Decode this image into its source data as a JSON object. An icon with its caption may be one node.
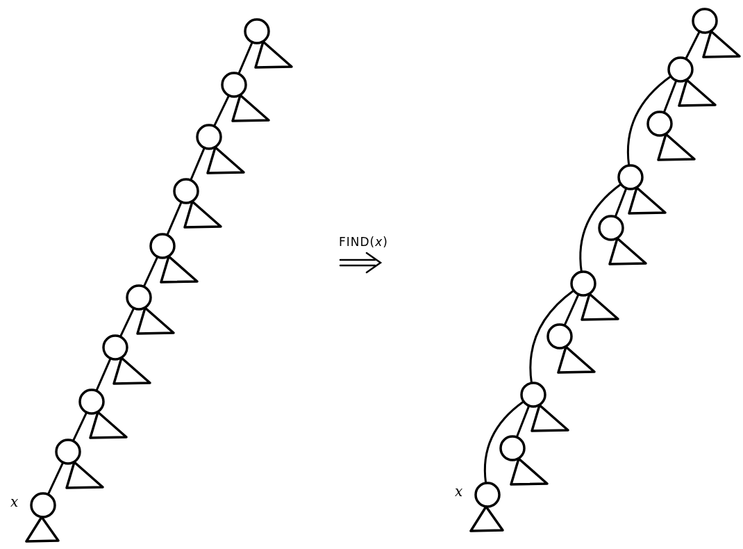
{
  "diagram": {
    "nodes": [
      {
        "text": [],
        "shape": "circle"
      },
      {
        "text": [],
        "shape": "triangle"
      },
      {
        "text": [],
        "shape": "circle"
      },
      {
        "text": [],
        "shape": "triangle"
      },
      {
        "text": [],
        "shape": "circle"
      },
      {
        "text": [],
        "shape": "triangle"
      },
      {
        "text": [],
        "shape": "circle"
      },
      {
        "text": [],
        "shape": "triangle"
      },
      {
        "text": [],
        "shape": "circle"
      },
      {
        "text": [],
        "shape": "triangle"
      },
      {
        "text": [],
        "shape": "circle"
      },
      {
        "text": [],
        "shape": "triangle"
      },
      {
        "text": [],
        "shape": "circle"
      },
      {
        "text": [],
        "shape": "triangle"
      },
      {
        "text": [],
        "shape": "circle"
      },
      {
        "text": [],
        "shape": "triangle"
      },
      {
        "text": [],
        "shape": "circle"
      },
      {
        "text": [],
        "shape": "triangle"
      },
      {
        "text": [],
        "shape": "circle",
        "beside": [
          "x"
        ]
      },
      {
        "text": [],
        "shape": "triangle"
      },
      {
        "text": [],
        "shape": "circle"
      },
      {
        "text": [],
        "shape": "triangle"
      },
      {
        "text": [],
        "shape": "circle"
      },
      {
        "text": [],
        "shape": "triangle"
      },
      {
        "text": [],
        "shape": "circle"
      },
      {
        "text": [],
        "shape": "triangle"
      },
      {
        "text": [],
        "shape": "circle"
      },
      {
        "text": [],
        "shape": "triangle"
      },
      {
        "text": [],
        "shape": "circle"
      },
      {
        "text": [],
        "shape": "triangle"
      },
      {
        "text": [],
        "shape": "circle"
      },
      {
        "text": [],
        "shape": "triangle"
      },
      {
        "text": [],
        "shape": "circle"
      },
      {
        "text": [],
        "shape": "triangle"
      },
      {
        "text": [],
        "shape": "circle"
      },
      {
        "text": [],
        "shape": "triangle"
      },
      {
        "text": [],
        "shape": "circle"
      },
      {
        "text": [],
        "shape": "triangle"
      },
      {
        "text": [],
        "shape": "circle",
        "beside": [
          "x"
        ]
      },
      {
        "text": [],
        "shape": "triangle"
      }
    ],
    "edges": [
      {
        "from": 2,
        "to": 0,
        "arrow": "none"
      },
      {
        "from": 4,
        "to": 2,
        "arrow": "none"
      },
      {
        "from": 6,
        "to": 4,
        "arrow": "none"
      },
      {
        "from": 8,
        "to": 6,
        "arrow": "none"
      },
      {
        "from": 10,
        "to": 8,
        "arrow": "none"
      },
      {
        "from": 12,
        "to": 10,
        "arrow": "none"
      },
      {
        "from": 14,
        "to": 12,
        "arrow": "none"
      },
      {
        "from": 16,
        "to": 14,
        "arrow": "none"
      },
      {
        "from": 18,
        "to": 16,
        "arrow": "none"
      },
      {
        "from": 22,
        "to": 20,
        "arrow": "none"
      },
      {
        "from": 24,
        "to": 22,
        "arrow": "none"
      },
      {
        "from": 26,
        "to": 22,
        "arrow": "none"
      },
      {
        "from": 28,
        "to": 26,
        "arrow": "none"
      },
      {
        "from": 30,
        "to": 26,
        "arrow": "none"
      },
      {
        "from": 32,
        "to": 30,
        "arrow": "none"
      },
      {
        "from": 34,
        "to": 30,
        "arrow": "none"
      },
      {
        "from": 36,
        "to": 34,
        "arrow": "none"
      },
      {
        "from": 38,
        "to": 34,
        "arrow": "none"
      }
    ],
    "labels": [
      "FIND(*x*)"
    ]
  }
}
